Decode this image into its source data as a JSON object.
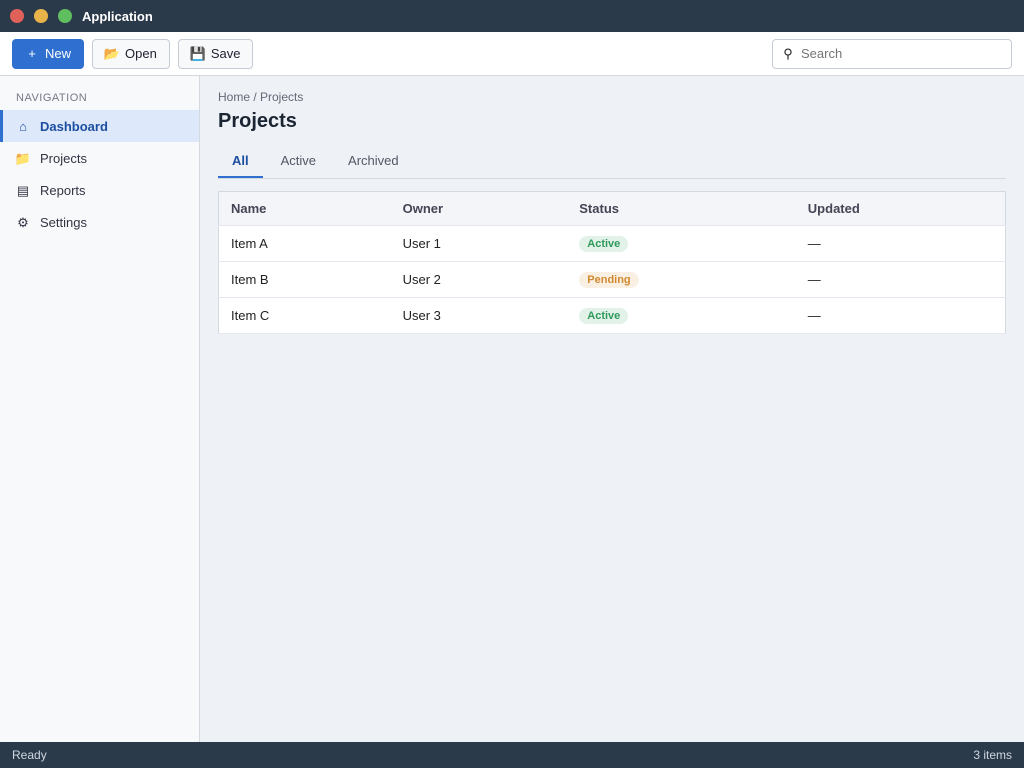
{
  "window": {
    "title": "Application"
  },
  "toolbar": {
    "new_label": "New",
    "open_label": "Open",
    "save_label": "Save",
    "search_placeholder": "Search"
  },
  "sidebar": {
    "header": "Navigation",
    "items": [
      {
        "label": "Dashboard",
        "icon": "home-icon"
      },
      {
        "label": "Projects",
        "icon": "folder-icon"
      },
      {
        "label": "Reports",
        "icon": "chart-icon"
      },
      {
        "label": "Settings",
        "icon": "gear-icon"
      }
    ]
  },
  "main": {
    "breadcrumb": "Home / Projects",
    "title": "Projects",
    "tabs": [
      {
        "label": "All"
      },
      {
        "label": "Active"
      },
      {
        "label": "Archived"
      }
    ],
    "table": {
      "columns": [
        "Name",
        "Owner",
        "Status",
        "Updated"
      ],
      "rows": [
        {
          "name": "Item A",
          "owner": "User 1",
          "status": "Active",
          "updated": "—"
        },
        {
          "name": "Item B",
          "owner": "User 2",
          "status": "Pending",
          "updated": "—"
        },
        {
          "name": "Item C",
          "owner": "User 3",
          "status": "Active",
          "updated": "—"
        }
      ]
    }
  },
  "statusbar": {
    "left": "Ready",
    "right": "3 items"
  },
  "colors": {
    "accent": "#2f6fd0",
    "active": "#2e9b5b",
    "pending": "#d08a2f"
  }
}
